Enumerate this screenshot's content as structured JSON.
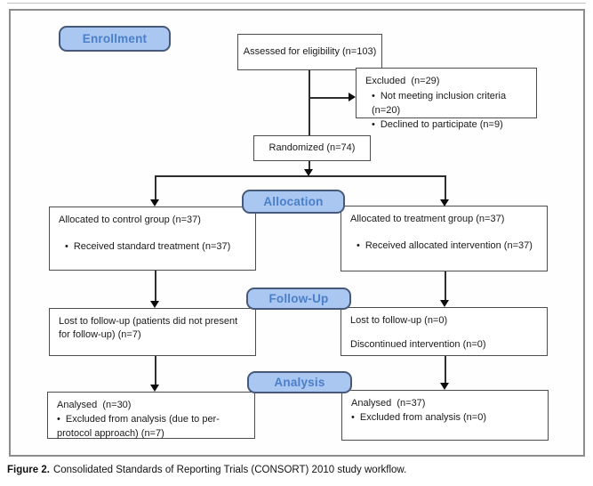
{
  "figure": {
    "caption_label": "Figure 2.",
    "caption_text": "Consolidated Standards of Reporting Trials (CONSORT) 2010 study workflow."
  },
  "glyphs": {
    "bullet": "•"
  },
  "colors": {
    "stage_fill": "#a9c7f0",
    "stage_border": "#47597a",
    "stage_text": "#4b7fc9",
    "box_border": "#4d4d4d",
    "connector": "#2e2e2e"
  },
  "stages": {
    "enrollment": "Enrollment",
    "allocation": "Allocation",
    "followup": "Follow-Up",
    "analysis": "Analysis"
  },
  "boxes": {
    "assessed": "Assessed for eligibility (n=103)",
    "excluded": {
      "title": "Excluded  (n=29)",
      "bullets": [
        "Not meeting inclusion criteria (n=20)",
        "Declined to participate (n=9)"
      ]
    },
    "randomized": "Randomized (n=74)",
    "alloc_left": {
      "title": "Allocated to control group (n=37)",
      "bullets": [
        "Received standard treatment (n=37)"
      ]
    },
    "alloc_right": {
      "title": "Allocated to treatment group (n=37)",
      "bullets": [
        "Received allocated intervention (n=37)"
      ]
    },
    "followup_left": {
      "lines": [
        "Lost to follow-up (patients did not present for follow-up) (n=7)"
      ]
    },
    "followup_right": {
      "lines": [
        "Lost to follow-up (n=0)",
        "Discontinued intervention (n=0)"
      ]
    },
    "analysis_left": {
      "title": "Analysed  (n=30)",
      "bullets": [
        "Excluded from analysis (due to per-protocol approach) (n=7)"
      ]
    },
    "analysis_right": {
      "title": "Analysed  (n=37)",
      "bullets": [
        "Excluded from analysis (n=0)"
      ]
    }
  }
}
